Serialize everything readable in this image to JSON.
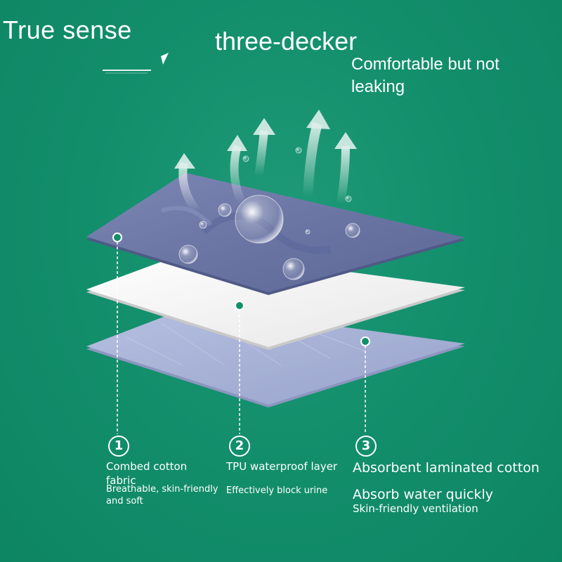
{
  "heading": {
    "left": "True sense",
    "center": "three-decker",
    "right": "Comfortable but not leaking"
  },
  "layers": [
    {
      "number": "1",
      "title": "Combed cotton fabric",
      "description": "Breathable, skin-friendly and soft"
    },
    {
      "number": "2",
      "title": "TPU waterproof layer",
      "description": "Effectively block urine"
    },
    {
      "number": "3",
      "title": "Absorbent laminated cotton",
      "description": "Absorb water quickly",
      "detail": "Skin-friendly ventilation"
    }
  ],
  "colors": {
    "background": "#138f6c",
    "top_layer": "#6f7aa8",
    "middle_layer": "#f4f4f4",
    "bottom_layer": "#aab4d6",
    "marker": "#138f6c"
  }
}
